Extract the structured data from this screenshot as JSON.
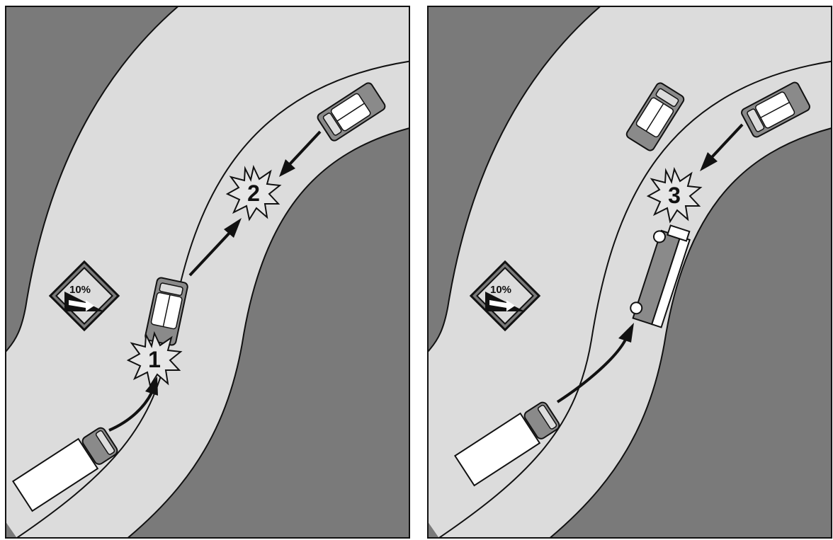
{
  "panels": [
    {
      "name": "left-panel",
      "sign": {
        "text": "10%",
        "shape": "diamond",
        "arrow": "downhill-arrow-icon"
      },
      "impacts": [
        {
          "label": "1"
        },
        {
          "label": "2"
        }
      ],
      "vehicles": [
        "truck",
        "car-in-lane",
        "oncoming-car"
      ]
    },
    {
      "name": "right-panel",
      "sign": {
        "text": "10%",
        "shape": "diamond",
        "arrow": "downhill-arrow-icon"
      },
      "impacts": [
        {
          "label": "3"
        }
      ],
      "vehicles": [
        "truck",
        "trailer",
        "oncoming-car",
        "parked-car"
      ]
    }
  ],
  "colors": {
    "ground": "#7a7a7a",
    "road": "#dcdcdc",
    "outline": "#111111",
    "vehicle_cab": "#8a8a8a",
    "vehicle_body": "#ffffff"
  }
}
